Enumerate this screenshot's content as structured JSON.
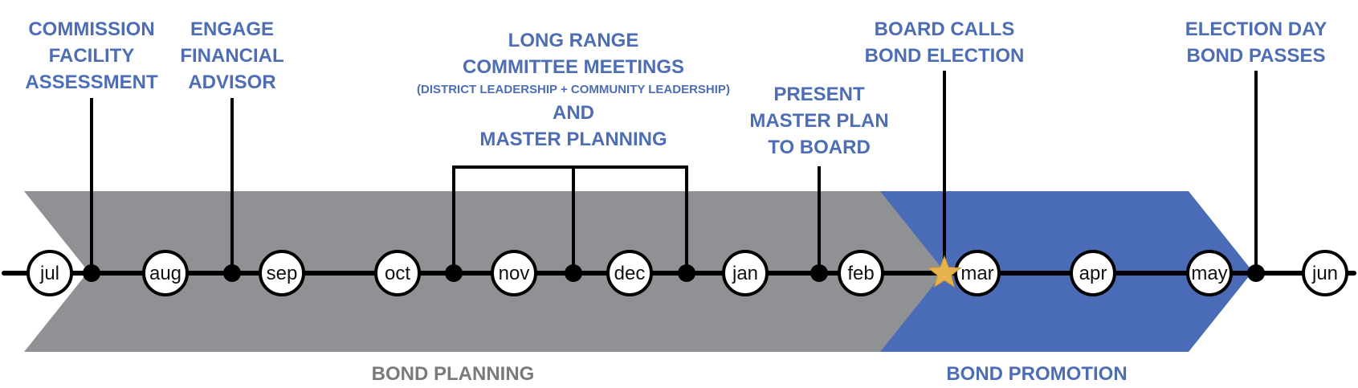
{
  "colors": {
    "planning_band": "#8f9194",
    "promotion_band": "#4a6bb6",
    "label_blue": "#4d6db4",
    "label_grey": "#7a7a7a",
    "line": "#000000",
    "star": "#e5b24c"
  },
  "months": [
    "jul",
    "aug",
    "sep",
    "oct",
    "nov",
    "dec",
    "jan",
    "feb",
    "mar",
    "apr",
    "may",
    "jun"
  ],
  "milestones": {
    "commission": [
      "COMMISSION",
      "FACILITY",
      "ASSESSMENT"
    ],
    "engage": [
      "ENGAGE",
      "FINANCIAL",
      "ADVISOR"
    ],
    "long_range": {
      "title": [
        "LONG RANGE",
        "COMMITTEE MEETINGS"
      ],
      "note": "(DISTRICT LEADERSHIP + COMMUNITY LEADERSHIP)",
      "tail": [
        "AND",
        "MASTER PLANNING"
      ]
    },
    "present": [
      "PRESENT",
      "MASTER PLAN",
      "TO BOARD"
    ],
    "board_calls": [
      "BOARD CALLS",
      "BOND ELECTION"
    ],
    "election": [
      "ELECTION DAY",
      "BOND PASSES"
    ]
  },
  "phases": {
    "planning": "BOND PLANNING",
    "promotion": "BOND PROMOTION"
  },
  "icons": {
    "board_calls_marker": "star-icon"
  }
}
